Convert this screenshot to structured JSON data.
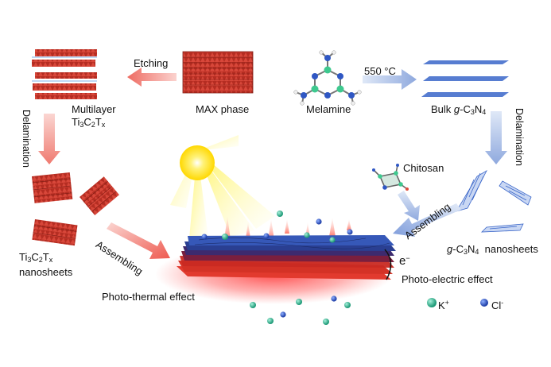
{
  "labels": {
    "etching": "Etching",
    "max_phase": "MAX phase",
    "melamine": "Melamine",
    "temperature": "550 °C",
    "bulk_prefix": "Bulk ",
    "g_italic": "g",
    "c3n4_C": "-C",
    "sub3": "3",
    "N": "N",
    "sub4": "4",
    "multilayer": "Multilayer",
    "ti": "Ti",
    "c": "C",
    "t": "T",
    "sub2": "2",
    "subx": "x",
    "delamination": "Delamination",
    "chitosan": "Chitosan",
    "assembling": "Assembling",
    "nanosheets": "nanosheets",
    "gcn_nanosheets": "nanosheets",
    "electron": "e",
    "minus": "−",
    "photo_electric": "Photo-electric effect",
    "photo_thermal": "Photo-thermal effect",
    "k_ion": "K",
    "plus": "+",
    "cl_ion": "Cl",
    "cl_minus": "-"
  },
  "colors": {
    "mxene_red": "#c0392b",
    "gcn_blue": "#3a66c9",
    "arrow_red": "#f3a59f",
    "arrow_blue": "#a9bfe6",
    "k_teal": "#2fae8c",
    "cl_blue": "#2f57c4",
    "sun_yellow": "#ffe400"
  }
}
